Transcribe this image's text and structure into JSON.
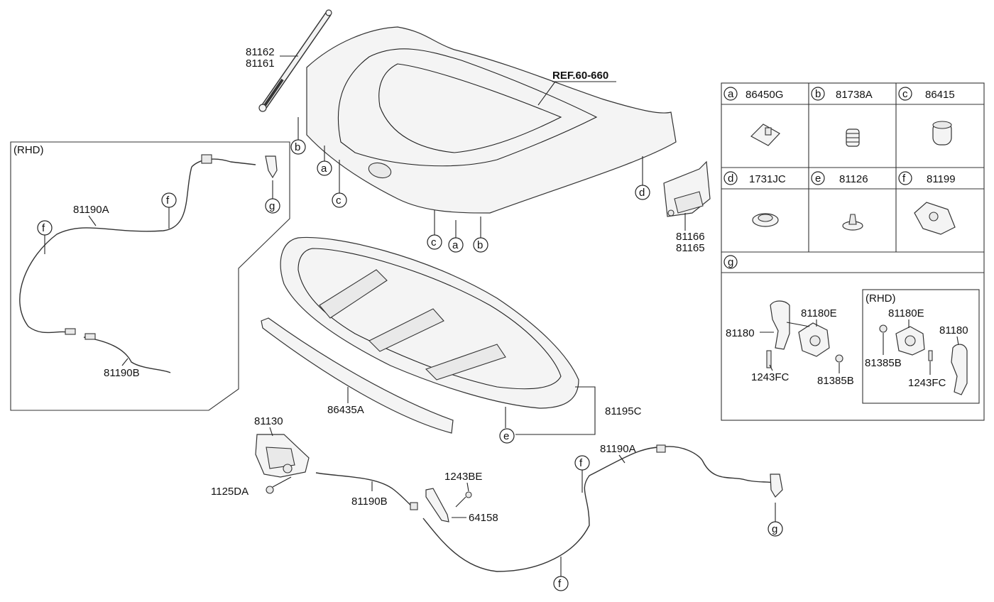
{
  "ref": "REF.60-660",
  "rhd_main": "(RHD)",
  "rhd_sub": "(RHD)",
  "parts": {
    "p81162": "81162",
    "p81161": "81161",
    "p81190A_rhd": "81190A",
    "p81190B_rhd": "81190B",
    "p86435A": "86435A",
    "p81195C": "81195C",
    "p81166": "81166",
    "p81165": "81165",
    "p81130": "81130",
    "p1125DA": "1125DA",
    "p81190B": "81190B",
    "p1243BE": "1243BE",
    "p64158": "64158",
    "p81190A": "81190A"
  },
  "table": {
    "cells": [
      {
        "letter": "a",
        "part": "86450G"
      },
      {
        "letter": "b",
        "part": "81738A"
      },
      {
        "letter": "c",
        "part": "86415"
      },
      {
        "letter": "d",
        "part": "1731JC"
      },
      {
        "letter": "e",
        "part": "81126"
      },
      {
        "letter": "f",
        "part": "81199"
      }
    ],
    "g_letter": "g",
    "g_left": {
      "p81180": "81180",
      "p81180E": "81180E",
      "p1243FC": "1243FC",
      "p81385B": "81385B"
    },
    "g_right": {
      "p81180E": "81180E",
      "p81180": "81180",
      "p81385B": "81385B",
      "p1243FC": "1243FC"
    }
  },
  "callouts": {
    "b": "b",
    "a": "a",
    "c": "c",
    "d": "d",
    "e": "e",
    "f": "f",
    "g": "g"
  }
}
